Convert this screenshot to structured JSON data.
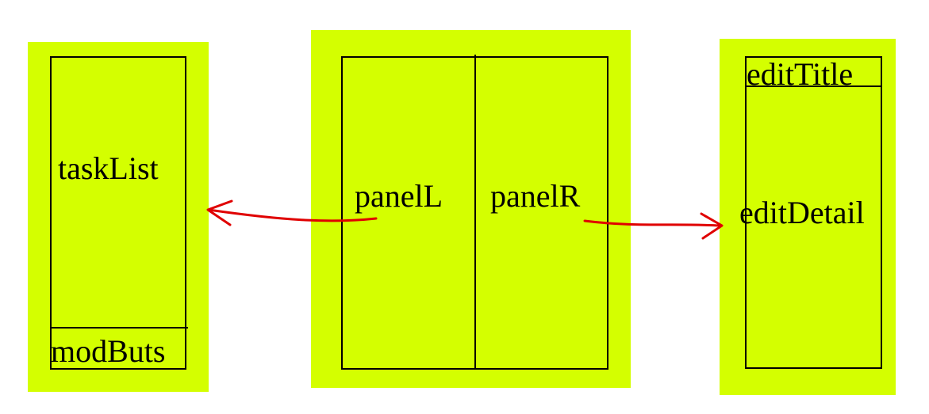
{
  "left_window": {
    "main_label": "taskList",
    "footer_label": "modButs"
  },
  "center_window": {
    "left_label": "panelL",
    "right_label": "panelR"
  },
  "right_window": {
    "header_label": "editTitle",
    "main_label": "editDetail"
  },
  "colors": {
    "panel": "#d4ff00",
    "line": "#000000",
    "arrow": "#e00000"
  }
}
